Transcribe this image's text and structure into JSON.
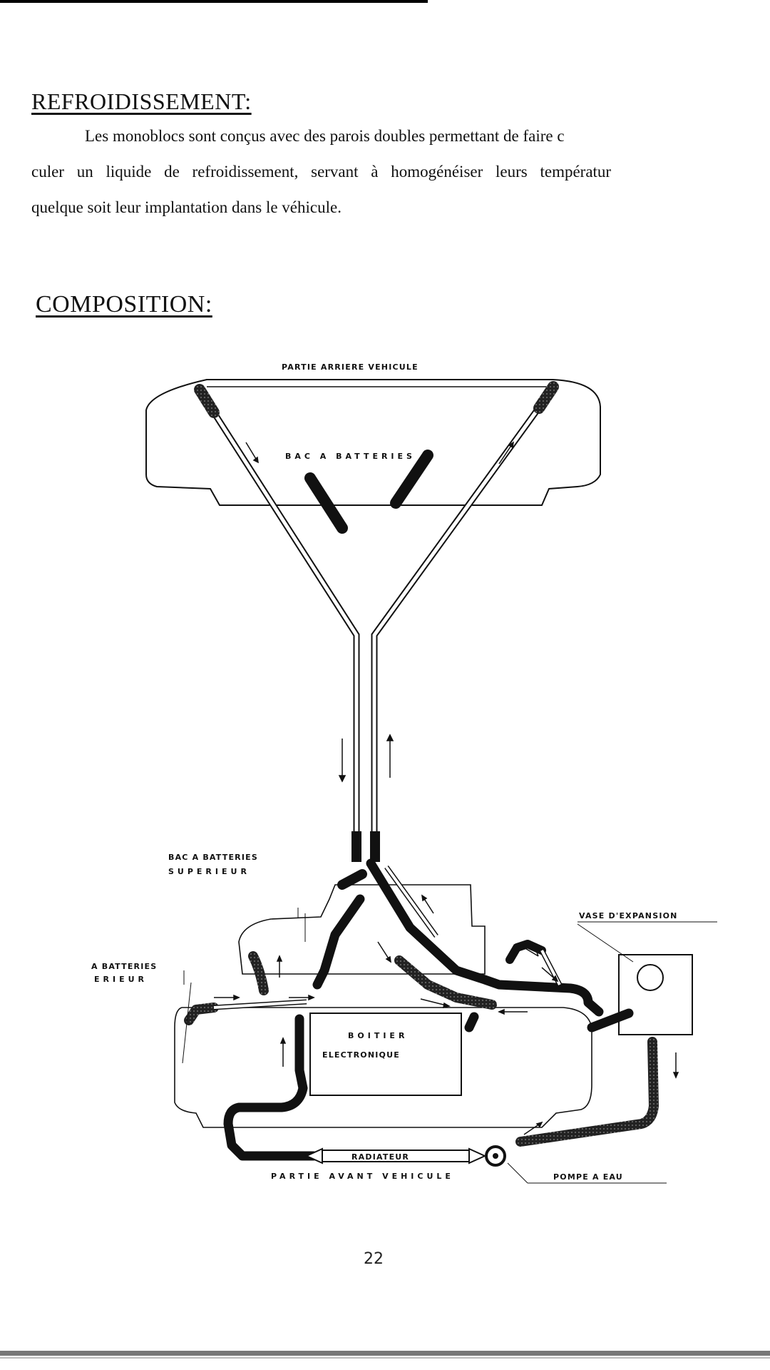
{
  "section_refroidissement": {
    "heading": "REFROIDISSEMENT:",
    "lines": [
      "Les  monoblocs sont conçus avec des parois doubles permettant  de  faire c",
      "culer  un  liquide  de  refroidissement,  servant  à  homogénéiser  leurs  températur",
      "quelque soit leur implantation dans le véhicule."
    ]
  },
  "section_composition": {
    "heading": "COMPOSITION:"
  },
  "diagram": {
    "label_rear": "PARTIE ARRIERE VEHICULE",
    "label_bac": "BAC A BATTERIES",
    "label_bac_sup_1": "BAC A BATTERIES",
    "label_bac_sup_2": "SUPERIEUR",
    "label_bac_inf_1": "A BATTERIES",
    "label_bac_inf_2": "ERIEUR",
    "label_vase": "VASE D'EXPANSION",
    "label_boitier_1": "BOITIER",
    "label_boitier_2": "ELECTRONIQUE",
    "label_radiateur": "RADIATEUR",
    "label_front": "PARTIE AVANT VEHICULE",
    "label_pompe": "POMPE A EAU"
  },
  "page_number": "22"
}
